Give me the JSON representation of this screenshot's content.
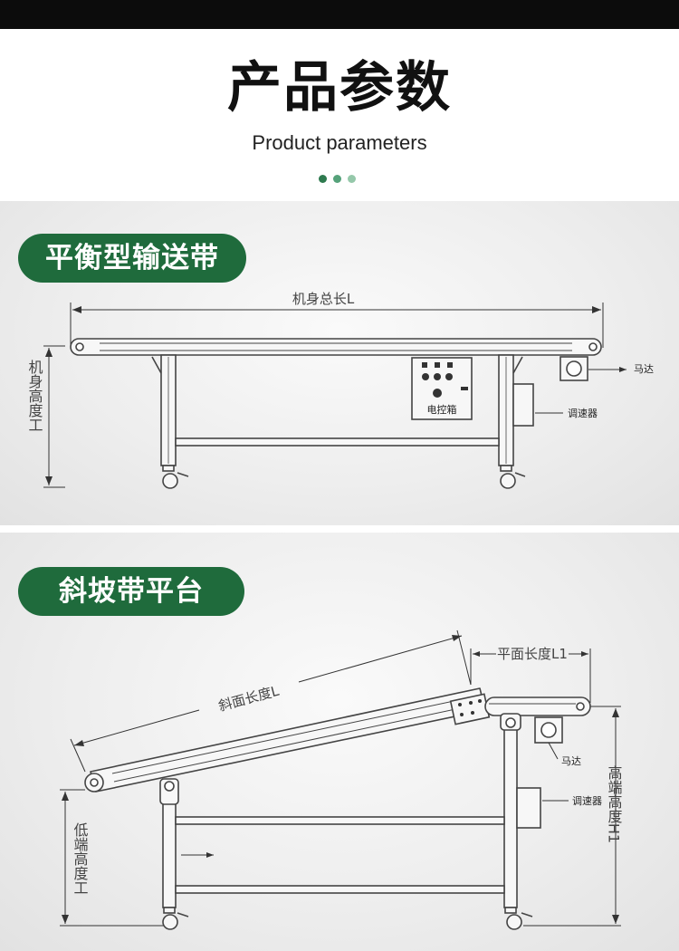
{
  "header": {
    "title": "产品参数",
    "subtitle": "Product parameters"
  },
  "section1": {
    "label": "平衡型输送带",
    "dim_length": "机身总长L",
    "dim_height": "机身高度工",
    "motor": "马达",
    "speed_controller": "调速器",
    "control_box": "电控箱"
  },
  "section2": {
    "label": "斜坡带平台",
    "dim_flat_length": "平面长度L1",
    "dim_slope_length": "斜面长度L",
    "motor": "马达",
    "speed_controller": "调速器",
    "dim_low_height": "低端高度工",
    "dim_high_height": "高端高度H1"
  },
  "colors": {
    "brand_green": "#1f6b3c",
    "dot_dark": "#2e7a4f",
    "dot_mid": "#55a27a",
    "dot_light": "#95c8aa"
  }
}
